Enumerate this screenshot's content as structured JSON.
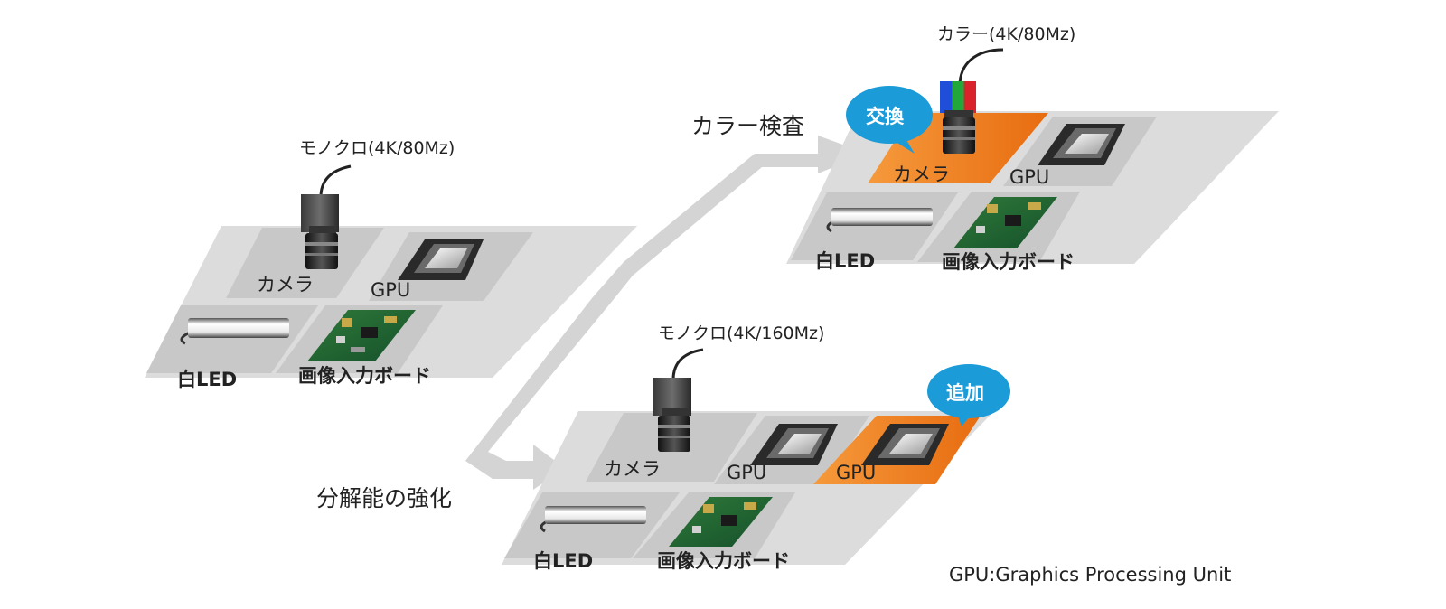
{
  "colors": {
    "platform": "#dcdcdc",
    "tile": "#c8c8c8",
    "highlight": "#ee7c1b",
    "bubble": "#1b9bd8",
    "arrow": "#d4d4d4"
  },
  "caption_original": "モノクロ(4K/80Mz)",
  "caption_color": "カラー(4K/80Mz)",
  "caption_mono_hi": "モノクロ(4K/160Mz)",
  "heading_color": "カラー検査",
  "heading_res": "分解能の強化",
  "bubble_swap": "交換",
  "bubble_add": "追加",
  "label_camera": "カメラ",
  "label_gpu": "GPU",
  "label_led": "白LED",
  "label_board": "画像入力ボード",
  "footnote": "GPU:Graphics Processing Unit",
  "icons": [
    "camera-icon",
    "color-camera-icon",
    "gpu-chip-icon",
    "led-bar-icon",
    "circuit-board-icon"
  ]
}
